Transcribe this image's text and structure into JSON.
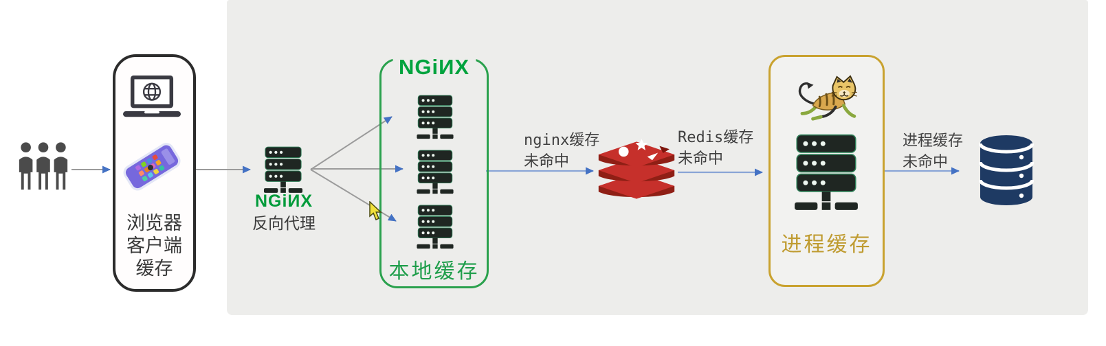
{
  "client_box": {
    "label_lines": [
      "浏览器",
      "客户端",
      "缓存"
    ]
  },
  "reverse_proxy": {
    "logo_text": "NGiИX",
    "caption": "反向代理"
  },
  "local_cache": {
    "logo_text": "NGiИX",
    "caption": "本地缓存",
    "server_count": 3,
    "border_color": "#2aa14d"
  },
  "process_cache": {
    "caption": "进程缓存",
    "border_color": "#c9a22f"
  },
  "edge_labels": {
    "nginx_miss": {
      "line1": "nginx缓存",
      "line2": "未命中"
    },
    "redis_miss": {
      "line1": "Redis缓存",
      "line2": "未命中"
    },
    "process_miss": {
      "line1": "进程缓存",
      "line2": "未命中"
    }
  },
  "icons": [
    "users-icon",
    "laptop-browser-icon",
    "smartphone-icon",
    "server-icon",
    "nginx-logo",
    "redis-icon",
    "tomcat-icon",
    "database-icon",
    "mouse-cursor-icon"
  ],
  "colors": {
    "panel_bg": "#ededeb",
    "nginx_green": "#009b3a",
    "local_cache_green": "#1f9e4b",
    "process_cache_gold": "#bf9b30",
    "redis_red": "#c6302b",
    "database_navy": "#1e3a63",
    "arrowhead_blue": "#4472c4",
    "text_dark": "#3a3a3a"
  }
}
